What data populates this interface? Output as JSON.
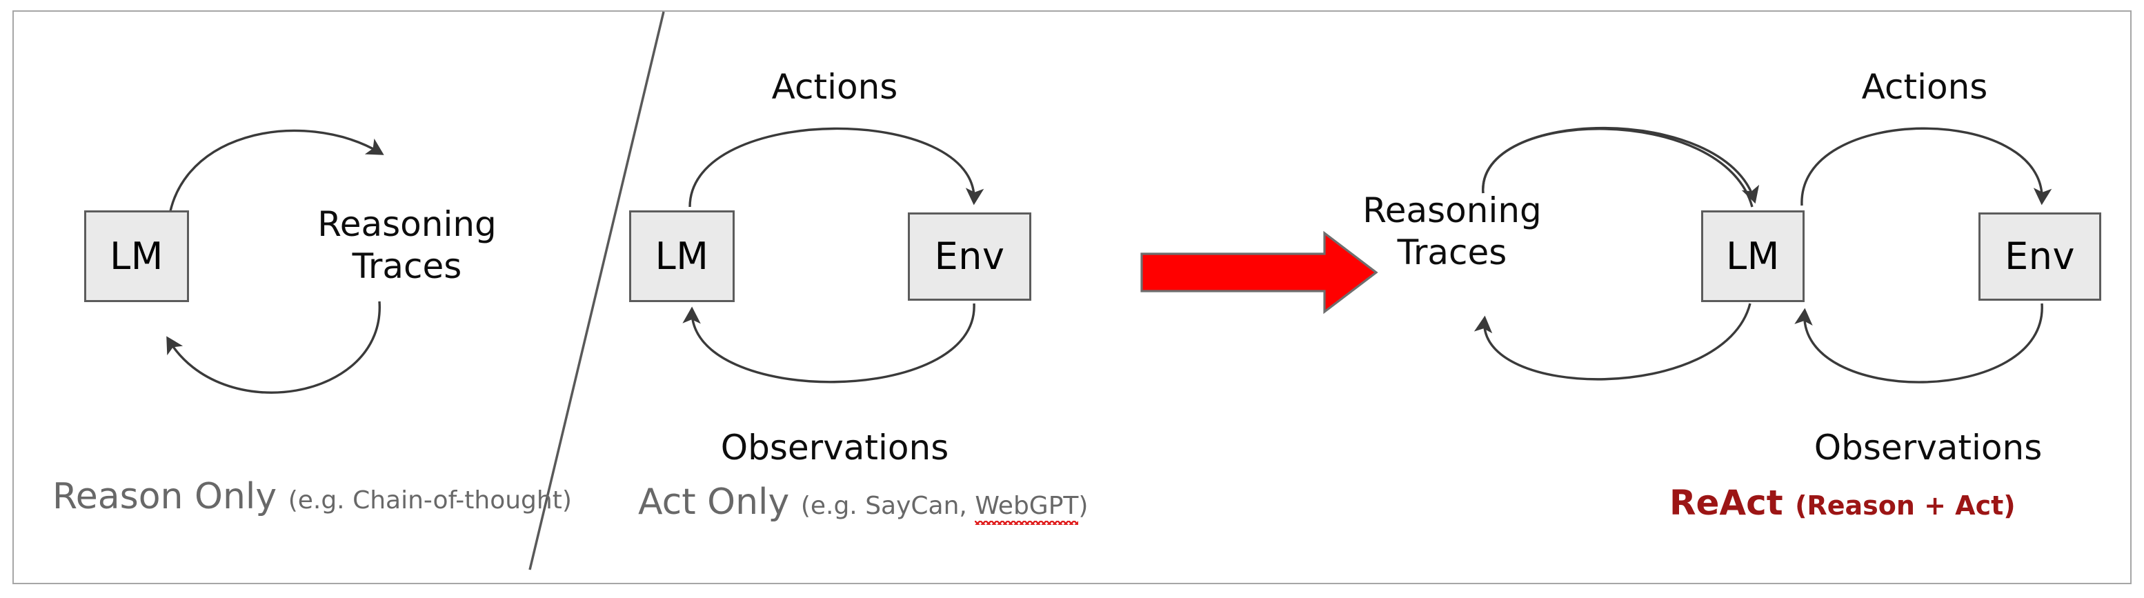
{
  "figure": {
    "title": "ReAct comparison diagram",
    "background_color": "#ffffff",
    "frame_border_color": "#a6a6a6",
    "node_fill_color": "#eaeaea",
    "node_border_color": "#5c5c5c",
    "arrow_color": "#3a3a3a",
    "accent_color": "#9c1515",
    "big_arrow_color": "#ff0000"
  },
  "panels": [
    {
      "id": "reason-only",
      "nodes": [
        {
          "id": "lm",
          "label": "LM"
        }
      ],
      "edge_labels": [
        {
          "id": "reasoning-traces",
          "line1": "Reasoning",
          "line2": "Traces"
        }
      ],
      "caption": {
        "main": "Reason Only",
        "sub": "(e.g. Chain-of-thought)"
      }
    },
    {
      "id": "act-only",
      "nodes": [
        {
          "id": "lm",
          "label": "LM"
        },
        {
          "id": "env",
          "label": "Env"
        }
      ],
      "edge_labels": [
        {
          "id": "actions",
          "line1": "Actions"
        },
        {
          "id": "observations",
          "line1": "Observations"
        }
      ],
      "caption": {
        "main": "Act Only",
        "sub_before": "(e.g. SayCan, ",
        "sub_misspelled": "WebGPT",
        "sub_after": ")"
      }
    },
    {
      "id": "react",
      "nodes": [
        {
          "id": "lm",
          "label": "LM"
        },
        {
          "id": "env",
          "label": "Env"
        }
      ],
      "edge_labels": [
        {
          "id": "reasoning-traces",
          "line1": "Reasoning",
          "line2": "Traces"
        },
        {
          "id": "actions",
          "line1": "Actions"
        },
        {
          "id": "observations",
          "line1": "Observations"
        }
      ],
      "caption": {
        "main": "ReAct",
        "sub": "(Reason + Act)"
      }
    }
  ],
  "transition": {
    "id": "big-red-arrow",
    "direction": "right"
  }
}
